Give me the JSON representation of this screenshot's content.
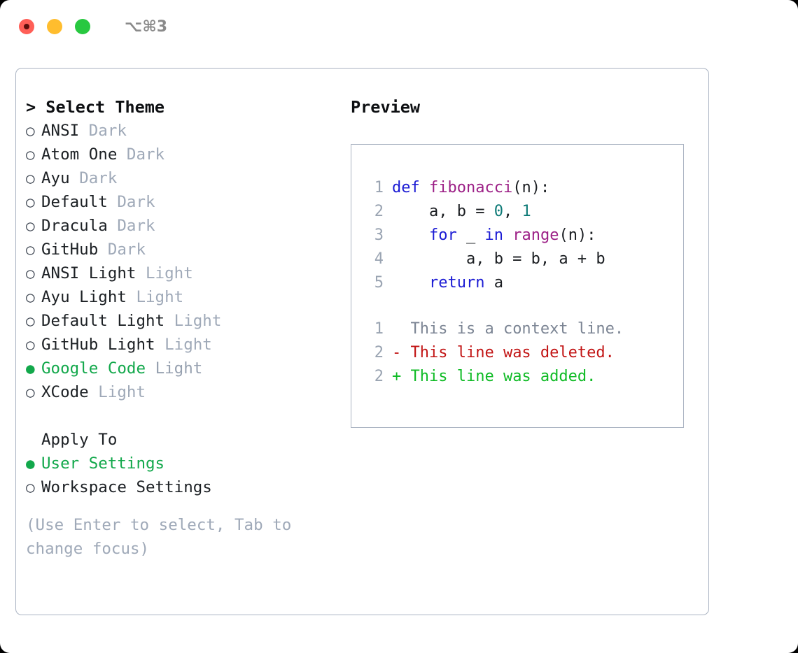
{
  "window": {
    "shortcut_label": "⌥⌘3",
    "traffic_lights": [
      {
        "name": "close",
        "color": "#ff5f57",
        "recording": true
      },
      {
        "name": "minimize",
        "color": "#ffbd2e",
        "recording": false
      },
      {
        "name": "maximize",
        "color": "#28c840",
        "recording": false
      }
    ]
  },
  "theme_picker": {
    "header": "> Select Theme",
    "bullet_unselected": "○",
    "bullet_selected": "●",
    "items": [
      {
        "name": "ANSI",
        "tag": "Dark",
        "selected": false
      },
      {
        "name": "Atom One",
        "tag": "Dark",
        "selected": false
      },
      {
        "name": "Ayu",
        "tag": "Dark",
        "selected": false
      },
      {
        "name": "Default",
        "tag": "Dark",
        "selected": false
      },
      {
        "name": "Dracula",
        "tag": "Dark",
        "selected": false
      },
      {
        "name": "GitHub",
        "tag": "Dark",
        "selected": false
      },
      {
        "name": "ANSI Light",
        "tag": "Light",
        "selected": false
      },
      {
        "name": "Ayu Light",
        "tag": "Light",
        "selected": false
      },
      {
        "name": "Default Light",
        "tag": "Light",
        "selected": false
      },
      {
        "name": "GitHub Light",
        "tag": "Light",
        "selected": false
      },
      {
        "name": "Google Code",
        "tag": "Light",
        "selected": true
      },
      {
        "name": "XCode",
        "tag": "Light",
        "selected": false
      }
    ]
  },
  "apply_to": {
    "header": "Apply To",
    "options": [
      {
        "label": "User Settings",
        "selected": true
      },
      {
        "label": "Workspace Settings",
        "selected": false
      }
    ]
  },
  "hint": {
    "line1": "(Use Enter to select, Tab to",
    "line2": "change focus)"
  },
  "preview": {
    "title": "Preview",
    "code_lines": [
      {
        "number": "1",
        "tokens": [
          {
            "t": "def",
            "c": "kw"
          },
          {
            "t": " ",
            "c": "plain"
          },
          {
            "t": "fibonacci",
            "c": "fn"
          },
          {
            "t": "(n):",
            "c": "punct"
          }
        ]
      },
      {
        "number": "2",
        "tokens": [
          {
            "t": "    a, b = ",
            "c": "plain"
          },
          {
            "t": "0",
            "c": "num"
          },
          {
            "t": ", ",
            "c": "plain"
          },
          {
            "t": "1",
            "c": "num"
          }
        ]
      },
      {
        "number": "3",
        "tokens": [
          {
            "t": "    ",
            "c": "plain"
          },
          {
            "t": "for",
            "c": "kw"
          },
          {
            "t": " _ ",
            "c": "plain"
          },
          {
            "t": "in",
            "c": "kw"
          },
          {
            "t": " ",
            "c": "plain"
          },
          {
            "t": "range",
            "c": "fn"
          },
          {
            "t": "(n):",
            "c": "punct"
          }
        ]
      },
      {
        "number": "4",
        "tokens": [
          {
            "t": "        a, b = b, a + b",
            "c": "plain"
          }
        ]
      },
      {
        "number": "5",
        "tokens": [
          {
            "t": "    ",
            "c": "plain"
          },
          {
            "t": "return",
            "c": "kw"
          },
          {
            "t": " a",
            "c": "plain"
          }
        ]
      }
    ],
    "diff_lines": [
      {
        "number": "1",
        "marker": " ",
        "text": " This is a context line.",
        "kind": "ctx"
      },
      {
        "number": "2",
        "marker": "-",
        "text": " This line was deleted.",
        "kind": "del"
      },
      {
        "number": "2",
        "marker": "+",
        "text": " This line was added.",
        "kind": "add"
      }
    ]
  },
  "colors": {
    "accent_green": "#12a84b",
    "muted_gray": "#9fa9b8",
    "border": "#aab3c2",
    "keyword": "#1b1bd4",
    "function": "#9c1f86",
    "number": "#0d7a77",
    "diff_deleted": "#c21515",
    "diff_added": "#0fbb25"
  }
}
